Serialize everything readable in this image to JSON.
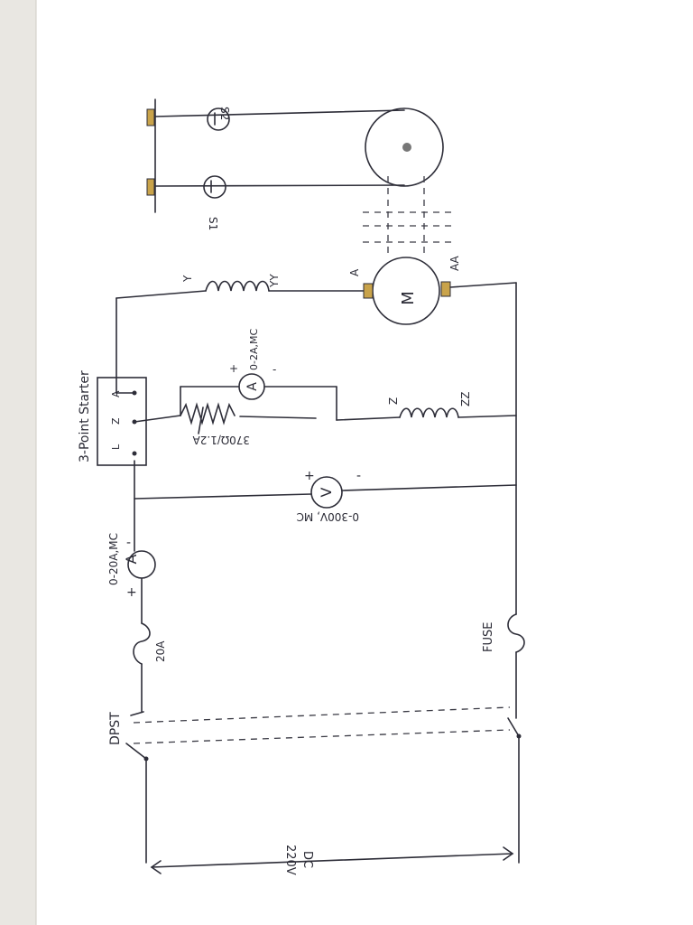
{
  "labels": {
    "starter": "3-Point Starter",
    "starter_l": "L",
    "starter_z": "Z",
    "starter_a": "A",
    "field_rheostat": "370Ω/1.2A",
    "field_ammeter": "0-2A,MC",
    "field_terminal_z": "Z",
    "field_terminal_zz": "ZZ",
    "series_terminal_y": "Y",
    "series_terminal_yy": "YY",
    "armature_a": "A",
    "armature_aa": "AA",
    "motor": "M",
    "voltmeter": "V",
    "voltmeter_range": "0-300V, MC",
    "ammeter": "A",
    "ammeter_range": "0-20A,MC",
    "fuse_rating": "20A",
    "fuse": "FUSE",
    "switch": "DPST",
    "supply_voltage": "220V",
    "supply_type": "DC",
    "spring_balance_1": "S1",
    "spring_balance_2": "S2",
    "plus": "+",
    "minus": "-"
  },
  "colors": {
    "paper": "#ffffff",
    "ink": "#2a2a35",
    "shading": "#8a8a8a"
  }
}
